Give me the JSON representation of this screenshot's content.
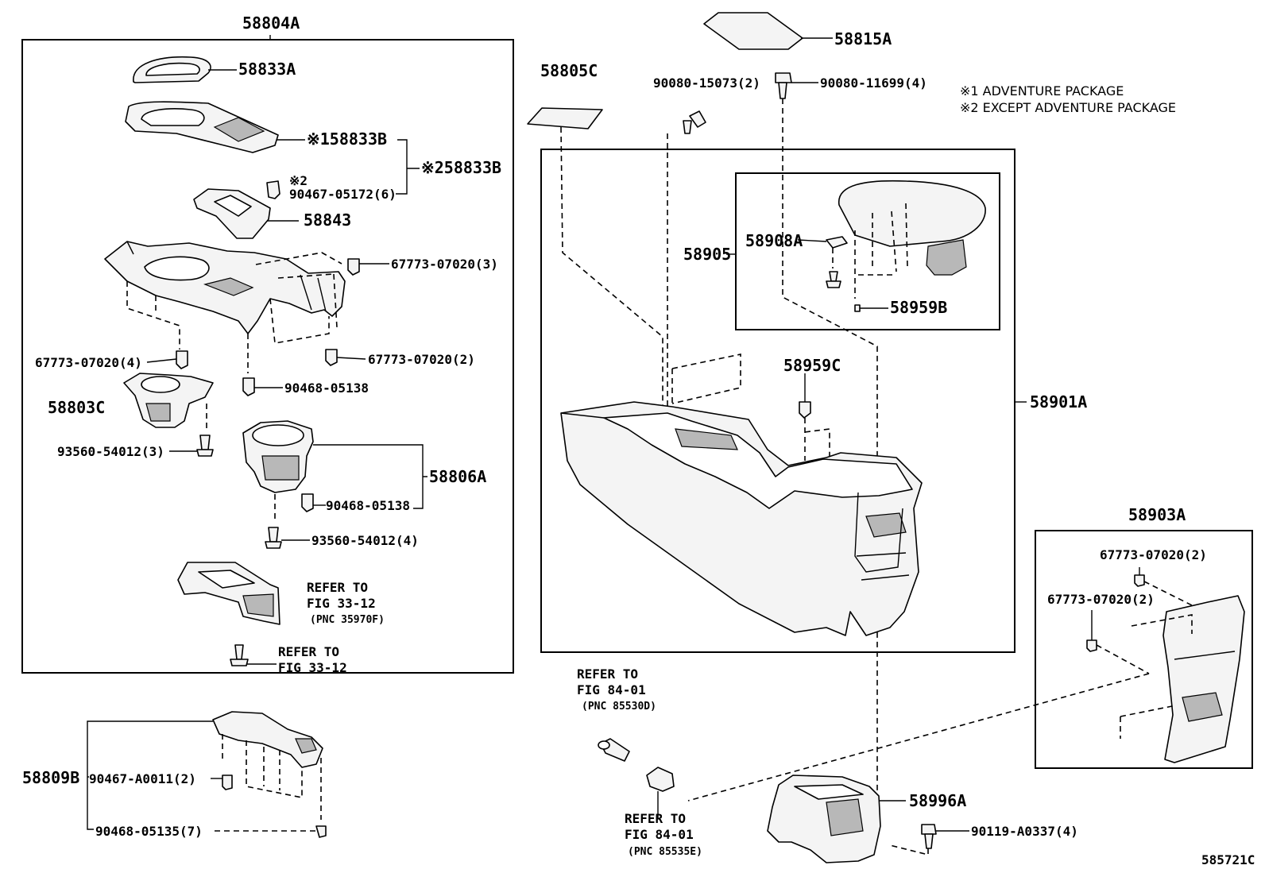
{
  "notes": [
    "※1 ADVENTURE PACKAGE",
    "※2  EXCEPT ADVENTURE PACKAGE"
  ],
  "figure_code": "585721C",
  "labels": {
    "p58804A": "58804A",
    "p58833A": "58833A",
    "p58833B_1": "※158833B",
    "p58833B_2": "※258833B",
    "p90467_05172_mark": "※2",
    "p90467_05172": "90467-05172(6)",
    "p58843": "58843",
    "p67773_3": "67773-07020(3)",
    "p67773_4": "67773-07020(4)",
    "p67773_2a": "67773-07020(2)",
    "p90468_05138a": "90468-05138",
    "p58803C": "58803C",
    "p93560_3": "93560-54012(3)",
    "p58806A": "58806A",
    "p90468_05138b": "90468-05138",
    "p93560_4": "93560-54012(4)",
    "refer1_a": "REFER TO",
    "refer1_b": "FIG 33-12",
    "refer1_c": "(PNC 35970F)",
    "refer2_a": "REFER TO",
    "refer2_b": "FIG 33-12",
    "p58809B": "58809B",
    "p90467_A0011": "90467-A0011(2)",
    "p90468_05135": "90468-05135(7)",
    "p58815A": "58815A",
    "p58805C": "58805C",
    "p90080_15073": "90080-15073(2)",
    "p90080_11699": "90080-11699(4)",
    "p58905": "58905",
    "p58908A": "58908A",
    "p58959B": "58959B",
    "p58959C": "58959C",
    "p58901A": "58901A",
    "p58903A": "58903A",
    "p67773_2b": "67773-07020(2)",
    "p67773_2c": "67773-07020(2)",
    "refer3_a": "REFER TO",
    "refer3_b": "FIG 84-01",
    "refer3_c": "(PNC 85530D)",
    "refer4_a": "REFER TO",
    "refer4_b": "FIG 84-01",
    "refer4_c": "(PNC 85535E)",
    "p58996A": "58996A",
    "p90119": "90119-A0337(4)"
  }
}
